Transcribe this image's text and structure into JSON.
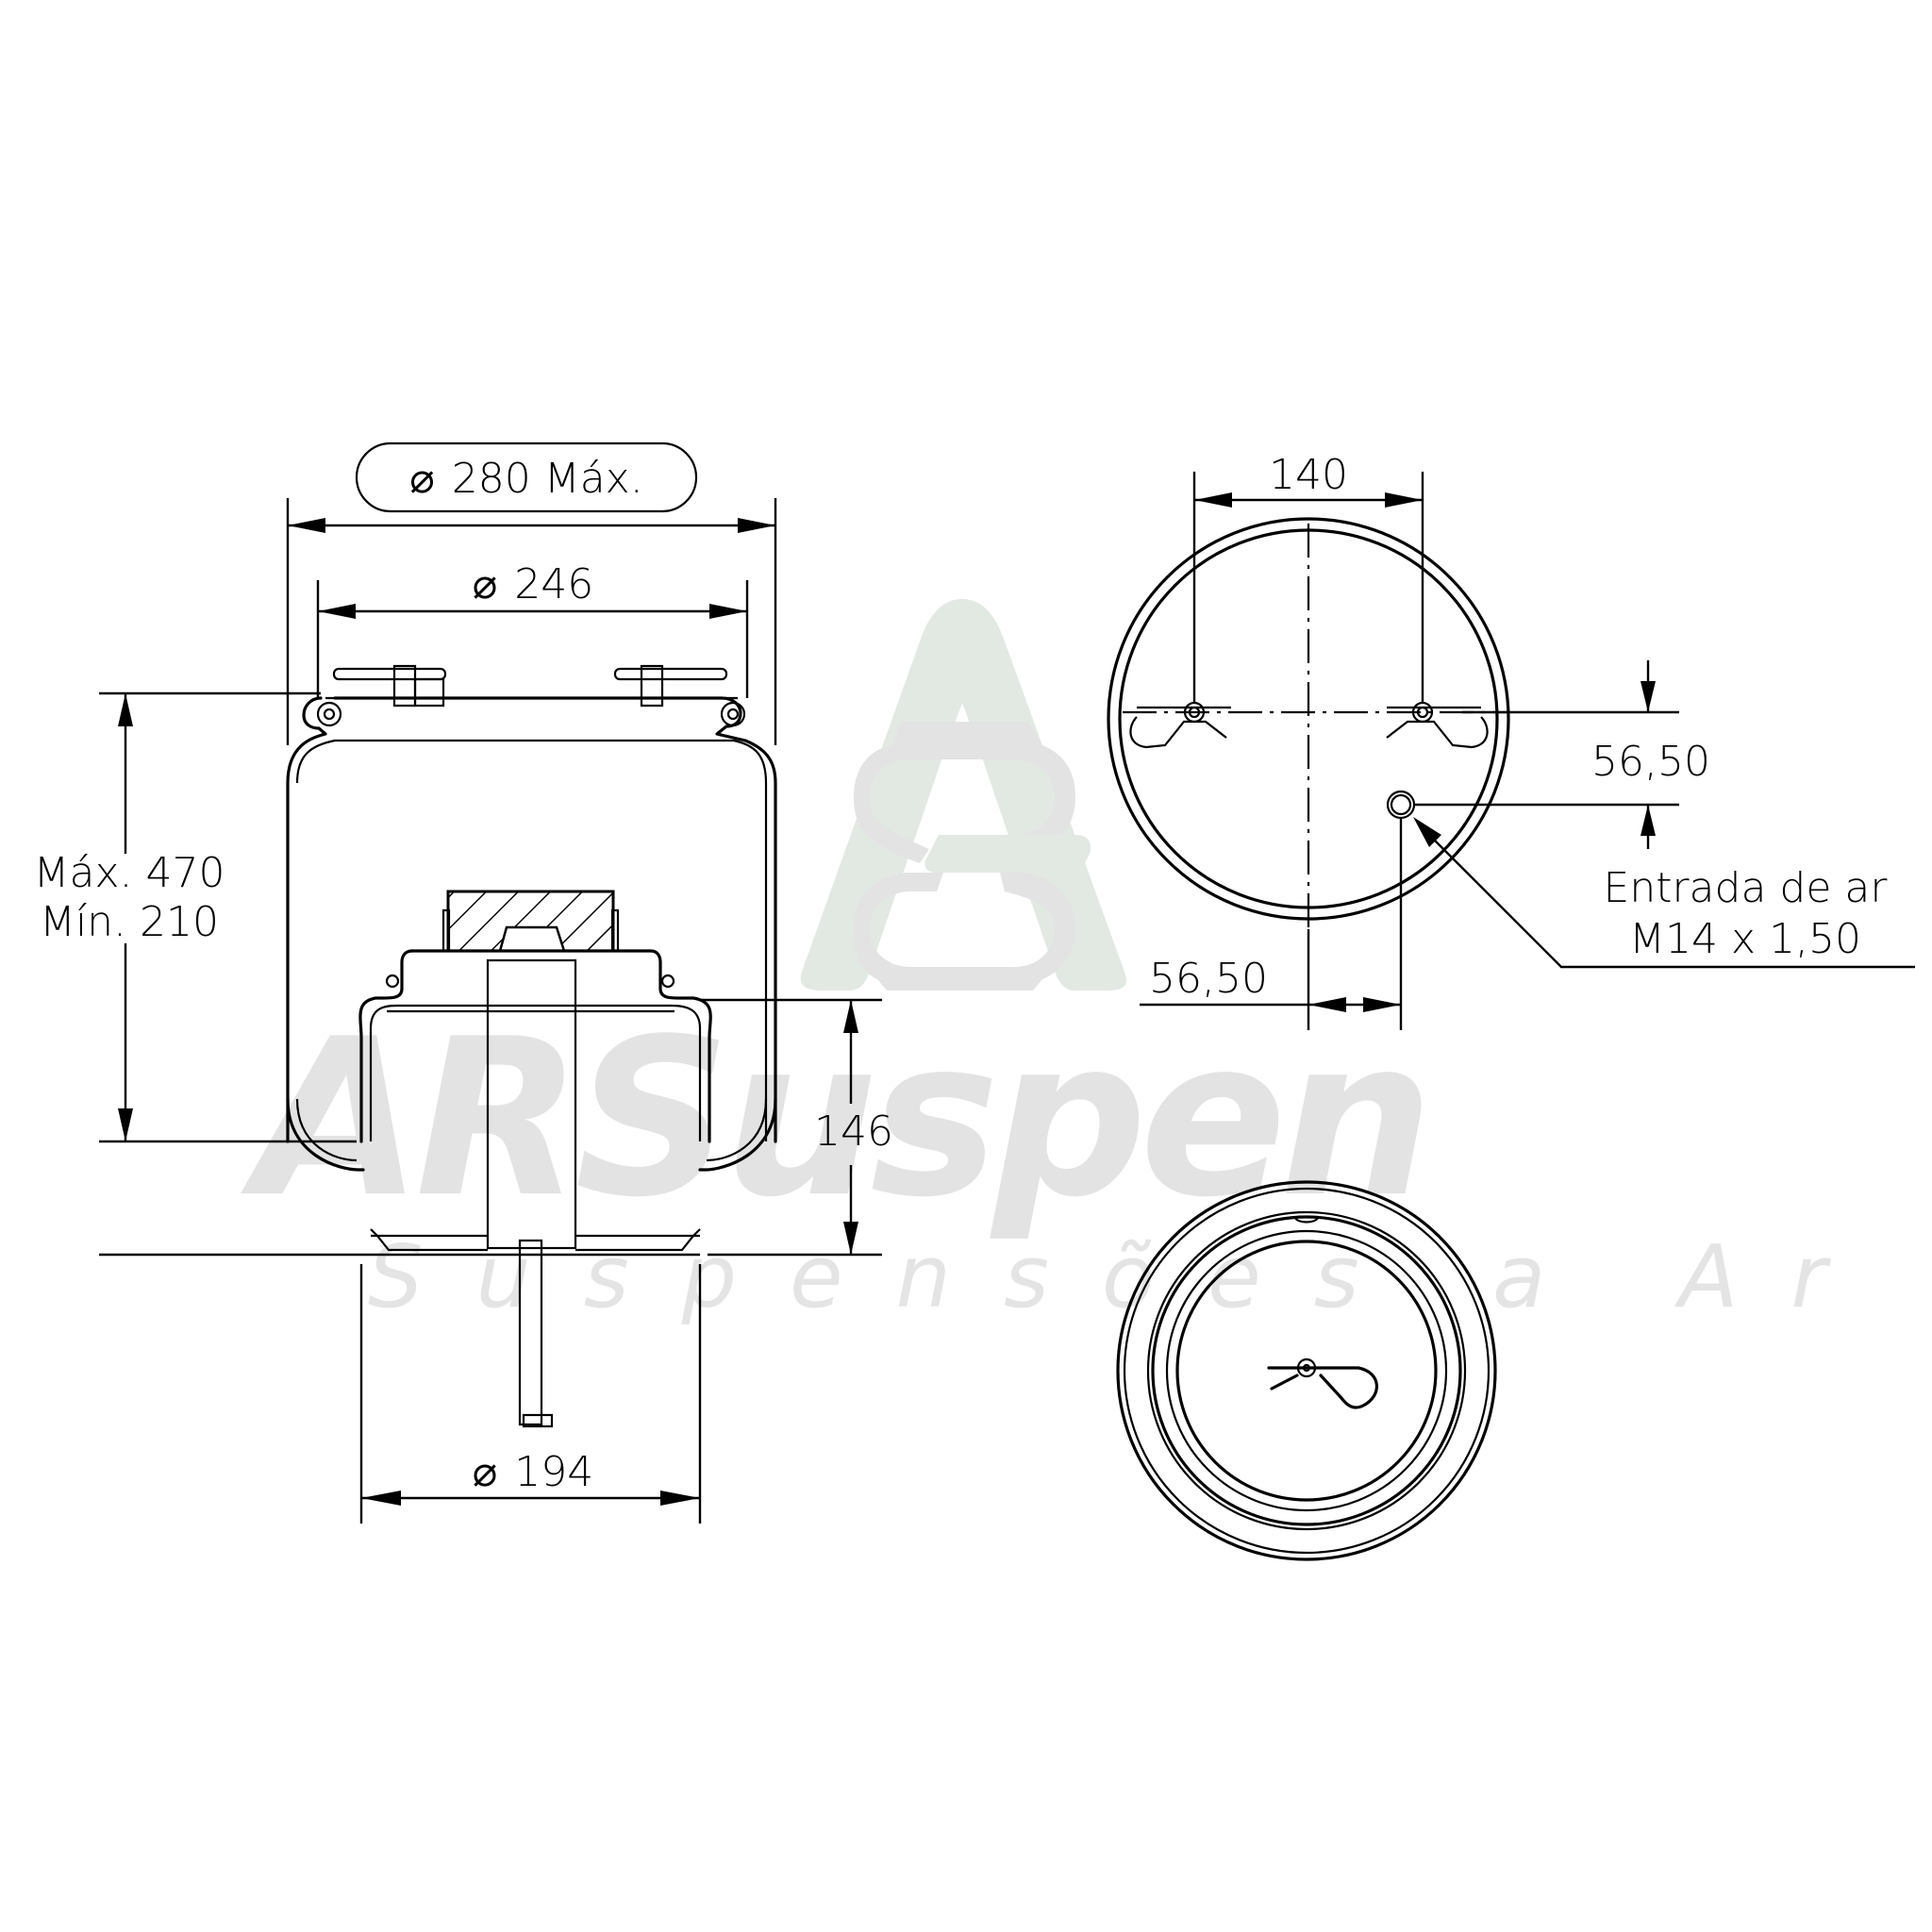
{
  "drawing": {
    "title": "Air spring technical drawing",
    "watermark": {
      "brand": "ARSuspen",
      "brand_prefix": "AR",
      "brand_suffix": "Suspen",
      "tagline": "Suspensões a Ar",
      "logo": "as-monogram-logo",
      "colors": {
        "gray": "#e3e3e3",
        "green": "#e2e9e3"
      }
    },
    "side_view": {
      "dim_overall_diameter": {
        "symbol": "⌀",
        "value": "280 Máx.",
        "boxed": true
      },
      "dim_bead_plate_diameter": {
        "symbol": "⌀",
        "value": "246"
      },
      "dim_height": {
        "max_label": "Máx. 470",
        "min_label": "Mín. 210"
      },
      "dim_piston_height": {
        "value": "146"
      },
      "dim_piston_diameter": {
        "symbol": "⌀",
        "value": "194"
      }
    },
    "top_view": {
      "dim_stud_spacing": {
        "value": "140"
      },
      "dim_air_inlet_vertical_offset": {
        "value": "56,50"
      },
      "dim_air_inlet_horizontal_offset": {
        "value": "56,50"
      },
      "air_inlet_callout": {
        "line1": "Entrada de ar",
        "line2": "M14 x 1,50"
      }
    },
    "bottom_view": {
      "description": "Piston base with retaining clip"
    },
    "line_color": "#000000",
    "background": "#ffffff"
  }
}
